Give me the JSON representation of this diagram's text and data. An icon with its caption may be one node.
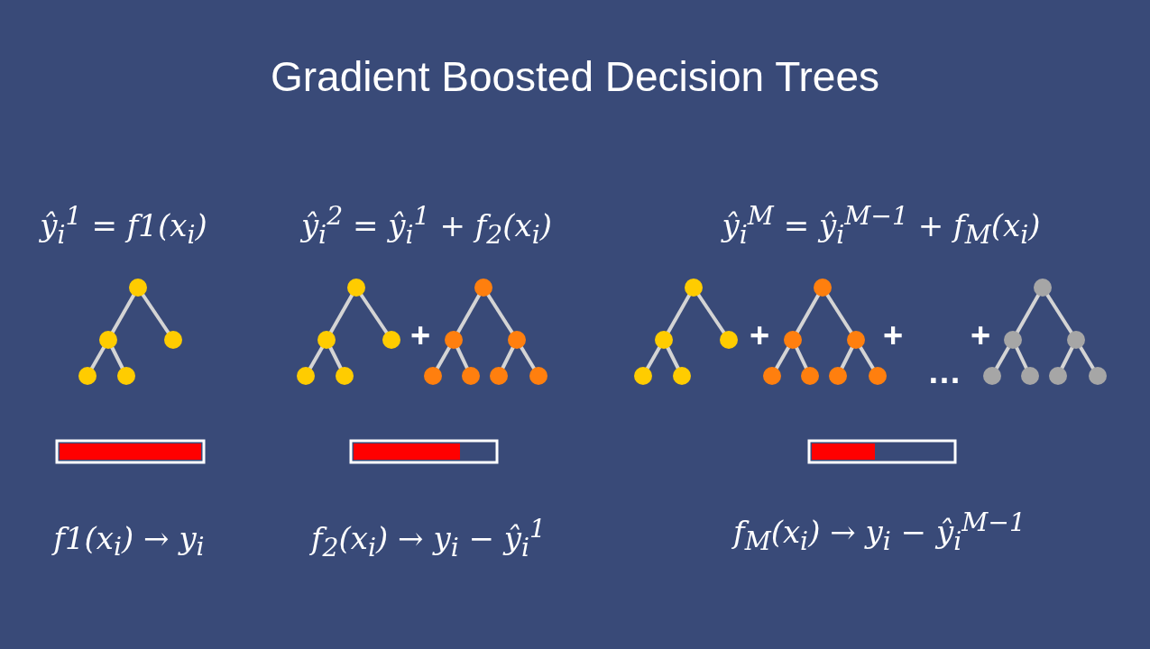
{
  "diagram": {
    "title": "Gradient Boosted Decision Trees",
    "labels": [
      "ŷ$_{i}$$^{1}$ = f1(x$_{i}$)",
      "ŷ$_{i}$$^{2}$ = ŷ$_{i}$$^{1}$ + f$_{2}$(x$_{i}$)",
      "ŷ$_{i}$$^{M}$ = ŷ$_{i}$$^{M−1}$ + f$_{M}$(x$_{i}$)",
      "+",
      "+",
      "+",
      "…",
      "+",
      "f1(x$_{i}$) → y$_{i}$",
      "f$_{2}$(x$_{i}$) → y$_{i}$ − ŷ$_{i}$$^{1}$",
      "f$_{M}$(x$_{i}$) → y$_{i}$ − ŷ$_{i}$$^{M−1}$"
    ]
  }
}
